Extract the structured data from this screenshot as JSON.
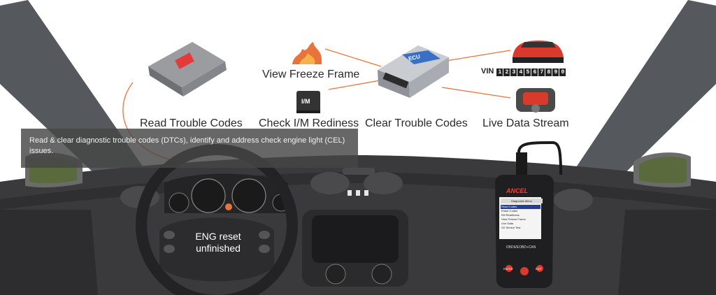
{
  "features": {
    "read_codes": "Read Trouble Codes",
    "freeze_frame": "View Freeze Frame",
    "im_readiness": "Check I/M Rediness",
    "clear_codes": "Clear Trouble Codes",
    "live_data": "Live Data Stream"
  },
  "module_labels": {
    "ecu": "ECU",
    "im_key": "I/M"
  },
  "vin": {
    "label": "VIN",
    "digits": [
      "1",
      "2",
      "3",
      "4",
      "5",
      "6",
      "7",
      "8",
      "9",
      "0"
    ]
  },
  "caption": "Read & clear diagnostic trouble codes (DTCs), identify and address check engine light (CEL) issues.",
  "dashboard": {
    "wheel_line1": "ENG reset",
    "wheel_line2": "unfinished"
  },
  "scanner": {
    "brand": "ANCEL",
    "menu_title": "Diagnostic Menu",
    "menu_items": [
      "Read Codes",
      "Erase Codes",
      "I/M Readiness",
      "View Freeze Frame",
      "Live Data",
      "O2 Sensor Test"
    ],
    "model": "OBDII/EOBD+CAN",
    "enter_label": "ENTER",
    "exit_label": "EXIT"
  },
  "colors": {
    "connector_line": "#e8743b",
    "dashboard_dark": "#3a3a3c",
    "pillar": "#55585c",
    "accent_red": "#d93a2b"
  }
}
